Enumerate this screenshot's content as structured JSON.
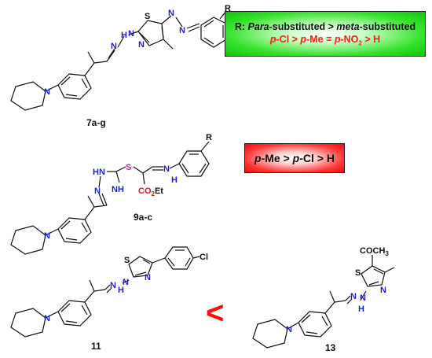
{
  "compounds": {
    "c7": {
      "label": "7a-g",
      "sub": "R"
    },
    "c9": {
      "label": "9a-c",
      "sub": "R",
      "ester": "CO",
      "ester_sub": "2",
      "ester_tail": "Et"
    },
    "c11": {
      "label": "11",
      "halogen": "Cl"
    },
    "c13": {
      "label": "13",
      "acyl": "COCH",
      "acyl_sub": "3"
    }
  },
  "atoms": {
    "N": "N",
    "S": "S",
    "H": "H",
    "NH": "NH",
    "HN": "HN"
  },
  "sar_boxes": {
    "box1": {
      "line1": {
        "prefix": "R: ",
        "para": "Para",
        "mid": "-substituted  > ",
        "meta": "meta",
        "suffix": "-substituted"
      },
      "line2": {
        "p1": "p",
        "t1": "-Cl > ",
        "p2": "p",
        "t2": "-Me = ",
        "p3": "p",
        "t3": "-NO",
        "sub": "2",
        "t4": " > H"
      },
      "fill_color": "#35e22b"
    },
    "box2": {
      "line1": {
        "p1": "p",
        "t1": "-Me > ",
        "p2": "p",
        "t2": "-Cl > H"
      },
      "fill_color": "#ff3535"
    }
  },
  "comparison": {
    "symbol": "<",
    "color": "#ff0d0d"
  },
  "colors": {
    "nitrogen": "#1f1fd0",
    "sulfur": "#111111",
    "oxygen": "#e01010",
    "bond": "#111111"
  }
}
